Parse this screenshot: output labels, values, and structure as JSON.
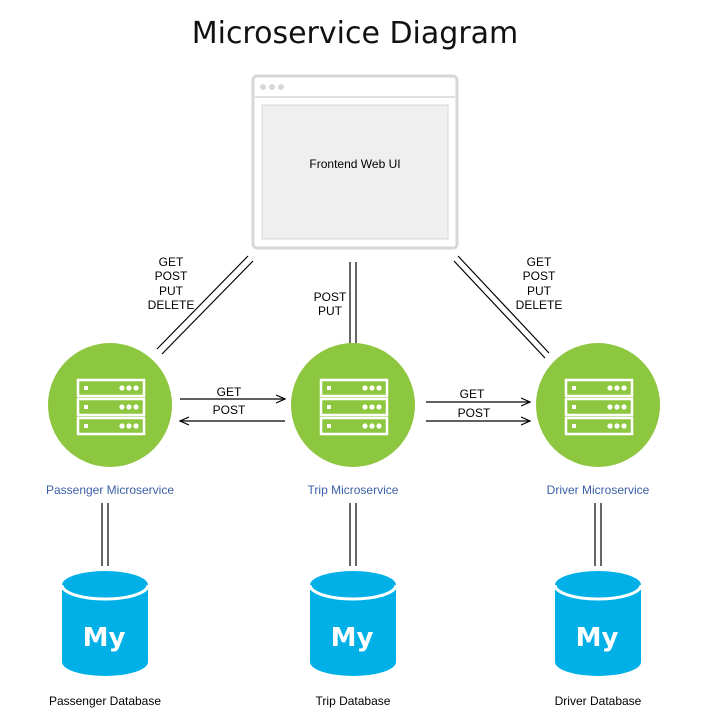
{
  "diagram": {
    "title": "Microservice Diagram",
    "frontend": {
      "label": "Frontend Web UI"
    },
    "services": [
      {
        "label": "Passenger Microservice",
        "icon": "server-rack-icon"
      },
      {
        "label": "Trip Microservice",
        "icon": "server-rack-icon"
      },
      {
        "label": "Driver Microservice",
        "icon": "server-rack-icon"
      }
    ],
    "databases": [
      {
        "label": "Passenger Database",
        "logo_text": "My",
        "icon": "mysql-database-icon"
      },
      {
        "label": "Trip Database",
        "logo_text": "My",
        "icon": "mysql-database-icon"
      },
      {
        "label": "Driver Database",
        "logo_text": "My",
        "icon": "mysql-database-icon"
      }
    ],
    "edges": {
      "frontend_passenger": [
        "GET",
        "POST",
        "PUT",
        "DELETE"
      ],
      "frontend_trip": [
        "POST",
        "PUT"
      ],
      "frontend_driver": [
        "GET",
        "POST",
        "PUT",
        "DELETE"
      ],
      "passenger_trip": [
        "GET",
        "POST"
      ],
      "trip_driver": [
        "GET",
        "POST"
      ]
    },
    "colors": {
      "service_green": "#8dc63f",
      "service_label_blue": "#3a5fa6",
      "database_cyan": "#00b0e6",
      "frontend_fill": "#efefef",
      "frontend_border": "#d7d7d7"
    }
  }
}
